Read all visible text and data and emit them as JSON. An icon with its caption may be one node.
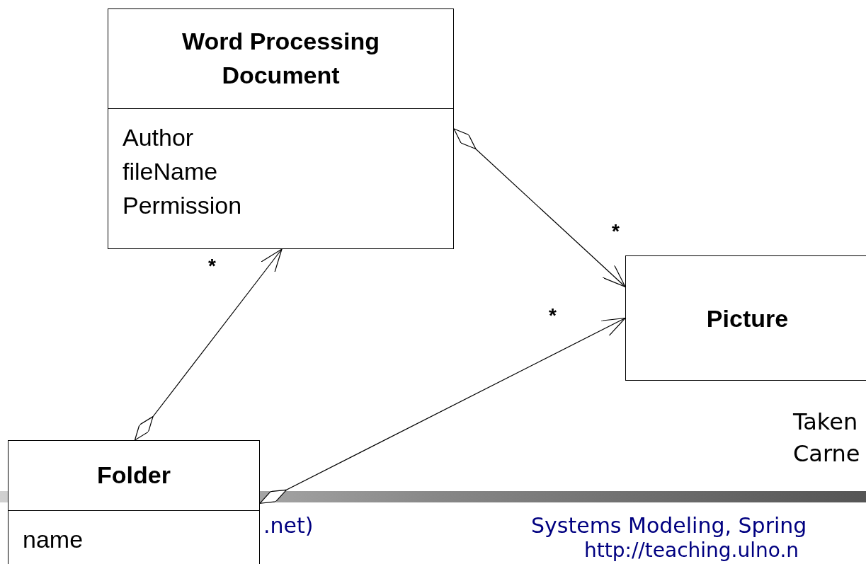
{
  "diagram": {
    "nodes": [
      {
        "text": [
          "Word Processing Document",
          "Author",
          "fileName",
          "Permission"
        ]
      },
      {
        "text": [
          "Picture"
        ]
      },
      {
        "text": [
          "Folder",
          "name"
        ]
      }
    ],
    "edges": [
      {
        "from": 0,
        "to": 1,
        "arrow": "to"
      },
      {
        "from": 2,
        "to": 0,
        "arrow": "to"
      },
      {
        "from": 2,
        "to": 1,
        "arrow": "to"
      }
    ],
    "labels": [
      "*",
      "*",
      "*",
      "Taken",
      "Carne",
      ".net)",
      "Systems Modeling, Spring",
      "http://teaching.ulno.n"
    ]
  }
}
